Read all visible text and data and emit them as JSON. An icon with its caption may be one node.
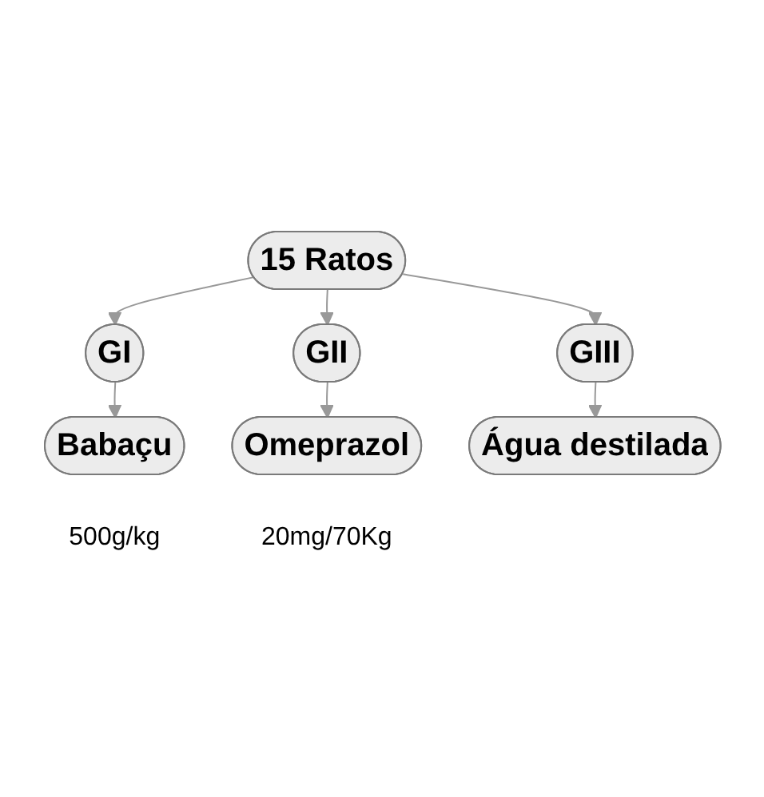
{
  "diagram": {
    "nodes": [
      {
        "text": [
          "15 Ratos"
        ]
      },
      {
        "text": [
          "GI"
        ]
      },
      {
        "text": [
          "GII"
        ]
      },
      {
        "text": [
          "GIII"
        ]
      },
      {
        "text": [
          "Babaçu"
        ],
        "beside": [
          "500g/kg"
        ]
      },
      {
        "text": [
          "Omeprazol"
        ],
        "beside": [
          "20mg/70Kg"
        ]
      },
      {
        "text": [
          "Água destilada"
        ]
      }
    ],
    "edges": [
      {
        "from": 0,
        "to": 1,
        "arrow": "to"
      },
      {
        "from": 0,
        "to": 2,
        "arrow": "to"
      },
      {
        "from": 0,
        "to": 3,
        "arrow": "to"
      },
      {
        "from": 1,
        "to": 4,
        "arrow": "to"
      },
      {
        "from": 2,
        "to": 5,
        "arrow": "to"
      },
      {
        "from": 3,
        "to": 6,
        "arrow": "to"
      }
    ]
  }
}
